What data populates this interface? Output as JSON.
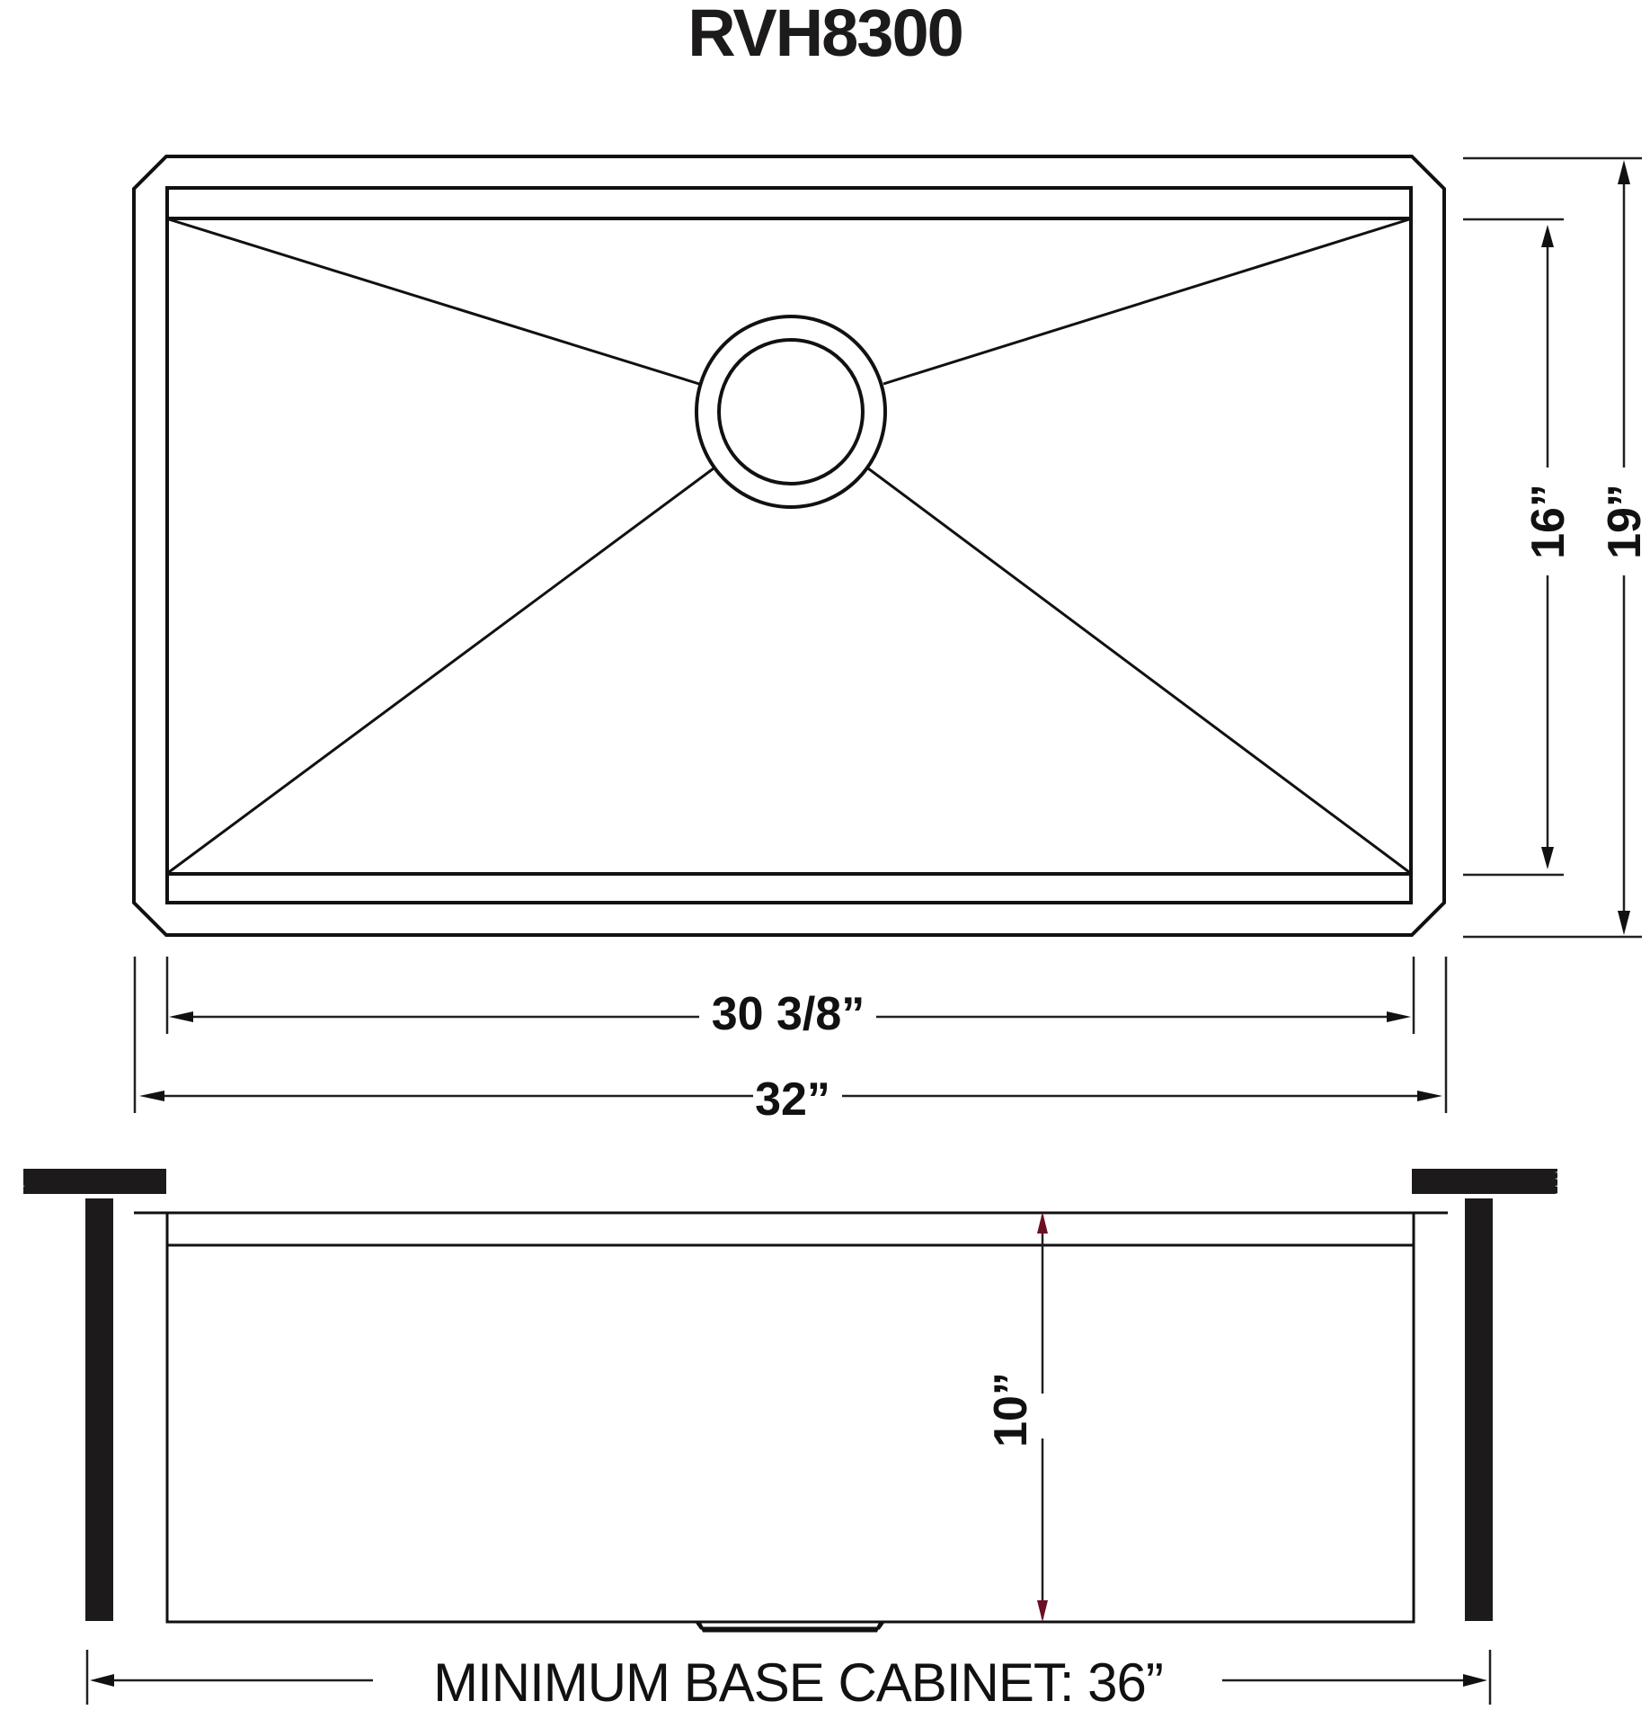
{
  "title": "RVH8300",
  "top_view": {
    "label": "sink-top-view",
    "drain": "center-drain"
  },
  "dimensions": {
    "inner_width": "30 3/8”",
    "outer_width": "32”",
    "inner_depth": "16”",
    "outer_depth": "19”",
    "bowl_height": "10”",
    "cabinet": "MINIMUM BASE CABINET: 36”"
  },
  "colors": {
    "line": "#111111",
    "solid": "#1c1a1b",
    "height_arrow": "#6b1020",
    "background": "#ffffff"
  }
}
